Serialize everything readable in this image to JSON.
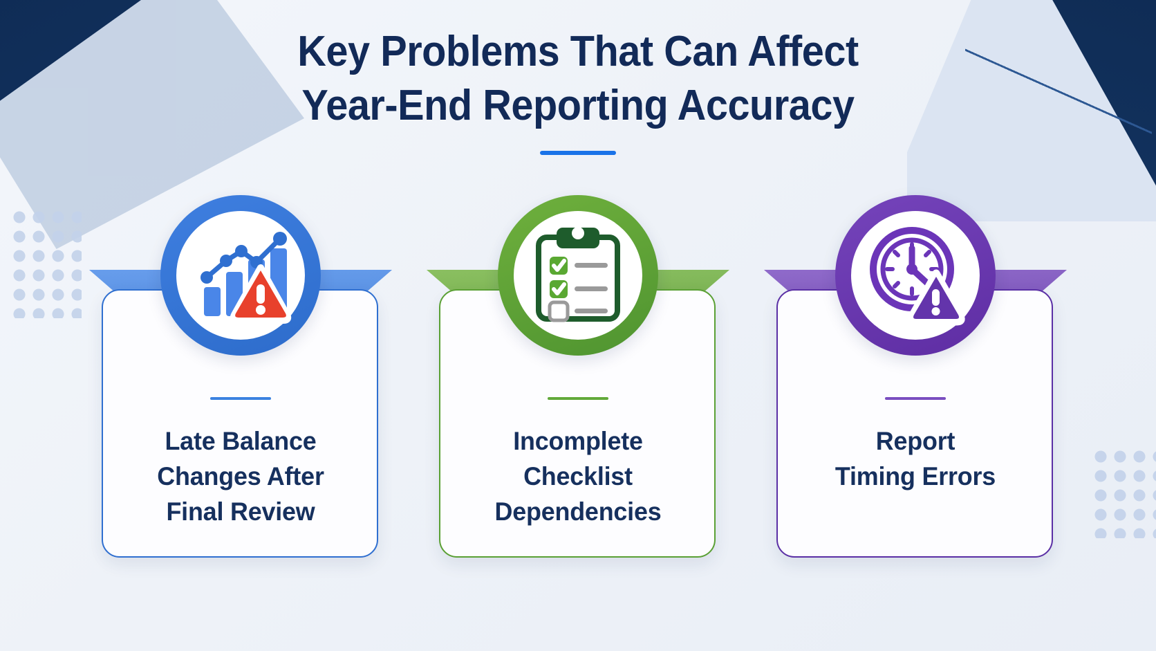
{
  "header": {
    "title_line1": "Key Problems That Can Affect",
    "title_line2": "Year-End Reporting Accuracy",
    "accent_color": "#1a73e8"
  },
  "cards": [
    {
      "id": "late-balance-changes",
      "icon": "bar-chart-warning-icon",
      "accent_color": "#3b82e0",
      "label_line1": "Late Balance",
      "label_line2": "Changes After",
      "label_line3": "Final Review"
    },
    {
      "id": "incomplete-checklist",
      "icon": "clipboard-checklist-icon",
      "accent_color": "#62a93a",
      "label_line1": "Incomplete",
      "label_line2": "Checklist",
      "label_line3": "Dependencies"
    },
    {
      "id": "report-timing-errors",
      "icon": "clock-warning-icon",
      "accent_color": "#7a4ec0",
      "label_line1": "Report",
      "label_line2": "Timing Errors",
      "label_line3": ""
    }
  ],
  "theme": {
    "title_color": "#122a58",
    "label_color": "#16305e",
    "background": "#eef2f8",
    "corner_navy": "#0e2a52",
    "dot_color": "#c3d2ea",
    "warning_red": "#e8412c"
  }
}
